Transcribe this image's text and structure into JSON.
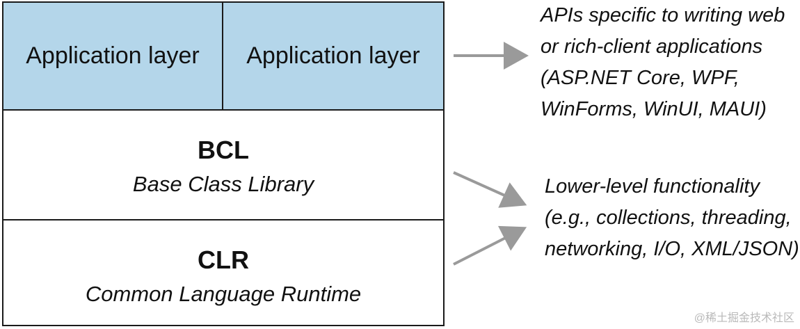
{
  "layers": {
    "application": {
      "left_label": "Application layer",
      "right_label": "Application layer"
    },
    "bcl": {
      "title": "BCL",
      "subtitle": "Base Class Library"
    },
    "clr": {
      "title": "CLR",
      "subtitle": "Common Language Runtime"
    }
  },
  "annotations": {
    "application_note": {
      "lines": [
        "APIs specific to writing web",
        "or rich-client applications",
        "(ASP.NET Core, WPF,",
        "WinForms, WinUI, MAUI)"
      ]
    },
    "lower_note": {
      "lines": [
        "Lower-level functionality",
        "(e.g., collections, threading,",
        "networking, I/O, XML/JSON)"
      ]
    }
  },
  "colors": {
    "application_fill": "#b4d6ea",
    "border": "#1a1a1a",
    "arrow": "#9a9a9a"
  },
  "watermark": "@稀土掘金技术社区"
}
